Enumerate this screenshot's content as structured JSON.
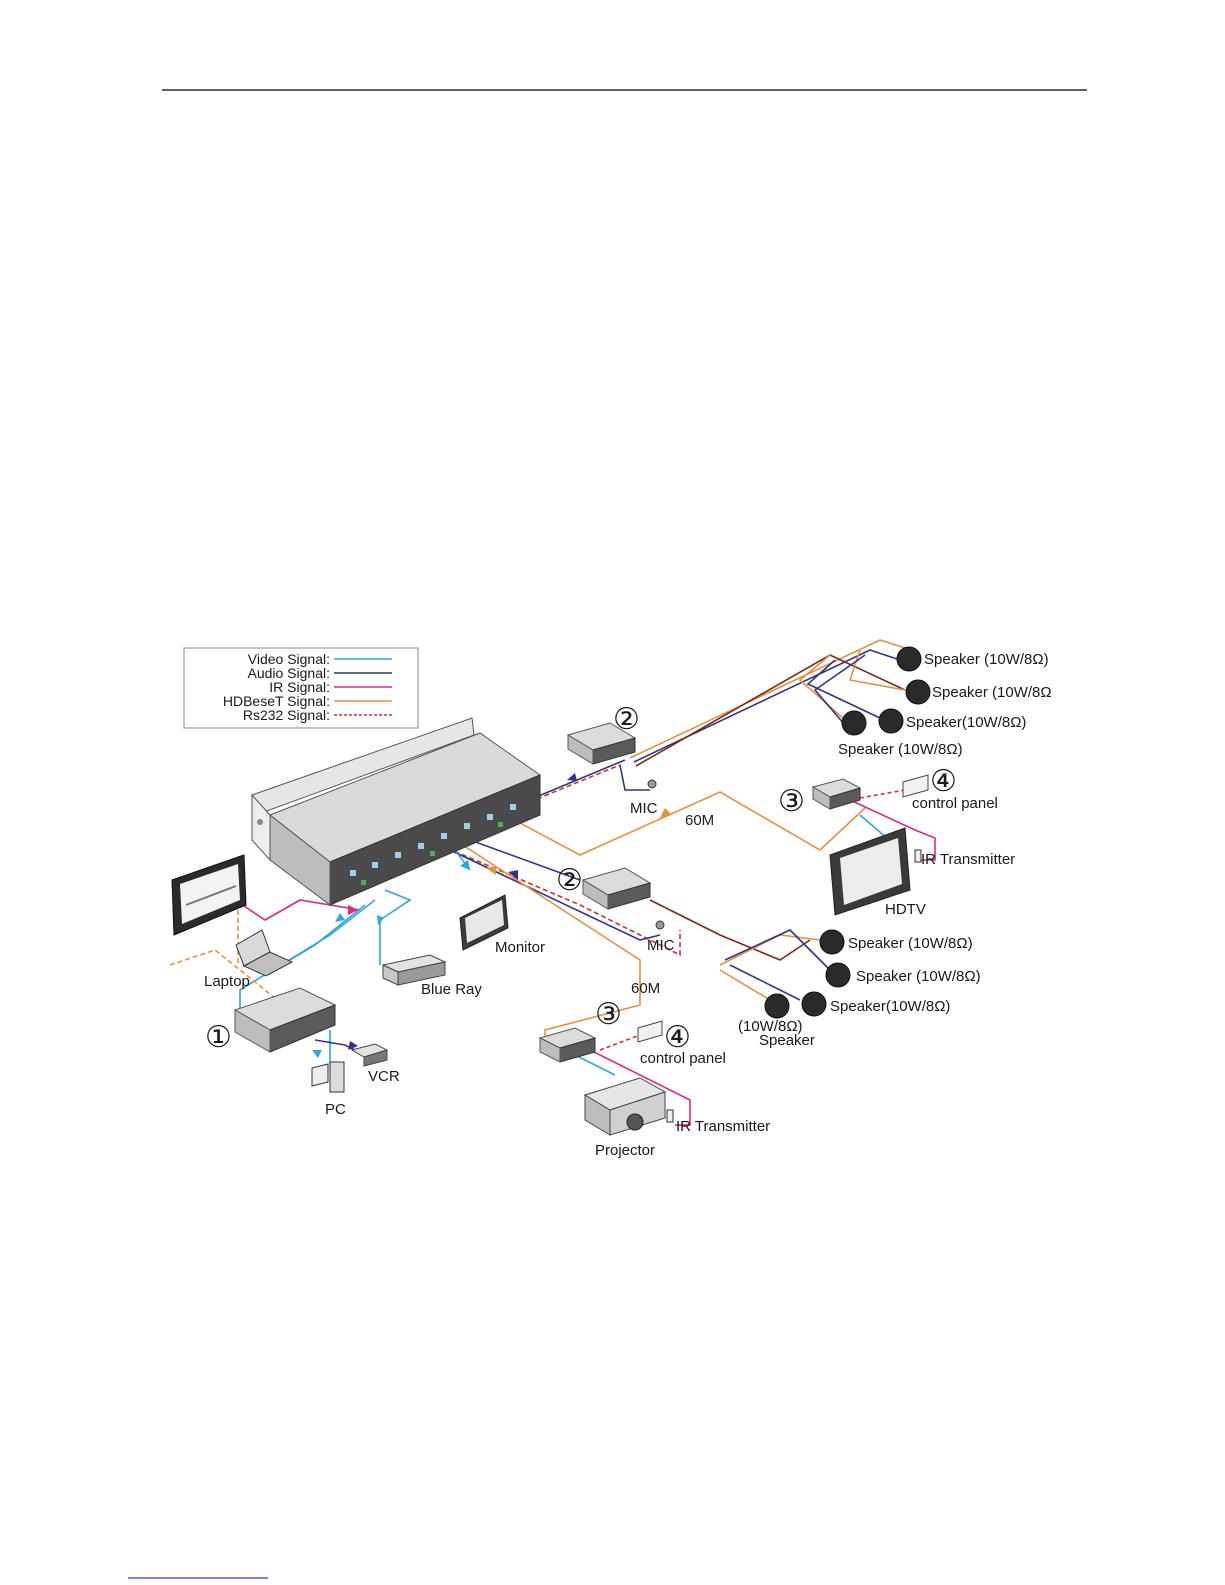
{
  "legend": {
    "video": "Video Signal:",
    "audio": "Audio Signal:",
    "ir": "IR  Signal:",
    "hdbaset": "HDBeseT  Signal:",
    "rs232": "Rs232  Signal:"
  },
  "labels": {
    "laptop": "Laptop",
    "blue_ray": "Blue Ray",
    "monitor": "Monitor",
    "vcr": "VCR",
    "pc": "PC",
    "projector": "Projector",
    "hdtv": "HDTV",
    "mic_top": "MIC",
    "mic_mid": "MIC",
    "distance_top": "60M",
    "distance_bottom": "60M",
    "control_panel_top": "control panel",
    "control_panel_bottom": "control panel",
    "ir_tx_top": "IR Transmitter",
    "ir_tx_bottom": "IR Transmitter",
    "spk_t1": "Speaker (10W/8Ω)",
    "spk_t2": "Speaker (10W/8Ω",
    "spk_t3": "Speaker(10W/8Ω)",
    "spk_t4": "Speaker (10W/8Ω)",
    "spk_b1": "Speaker (10W/8Ω)",
    "spk_b2": "Speaker (10W/8Ω)",
    "spk_b3": "Speaker(10W/8Ω)",
    "spk_b4_value": "(10W/8Ω)",
    "spk_b4_word": "Speaker"
  },
  "callouts": {
    "c1": "①",
    "c2_top": "②",
    "c2_mid": "②",
    "c3_top": "③",
    "c3_bottom": "③",
    "c4_top": "④",
    "c4_bottom": "④"
  },
  "colors": {
    "video": "#2aa7e0",
    "audio": "#33338a",
    "ir": "#e0287e",
    "hdbaset": "#e8913c",
    "rs232": "#d6302a",
    "device_fill": "#dcdcdc",
    "device_stroke": "#555555"
  }
}
